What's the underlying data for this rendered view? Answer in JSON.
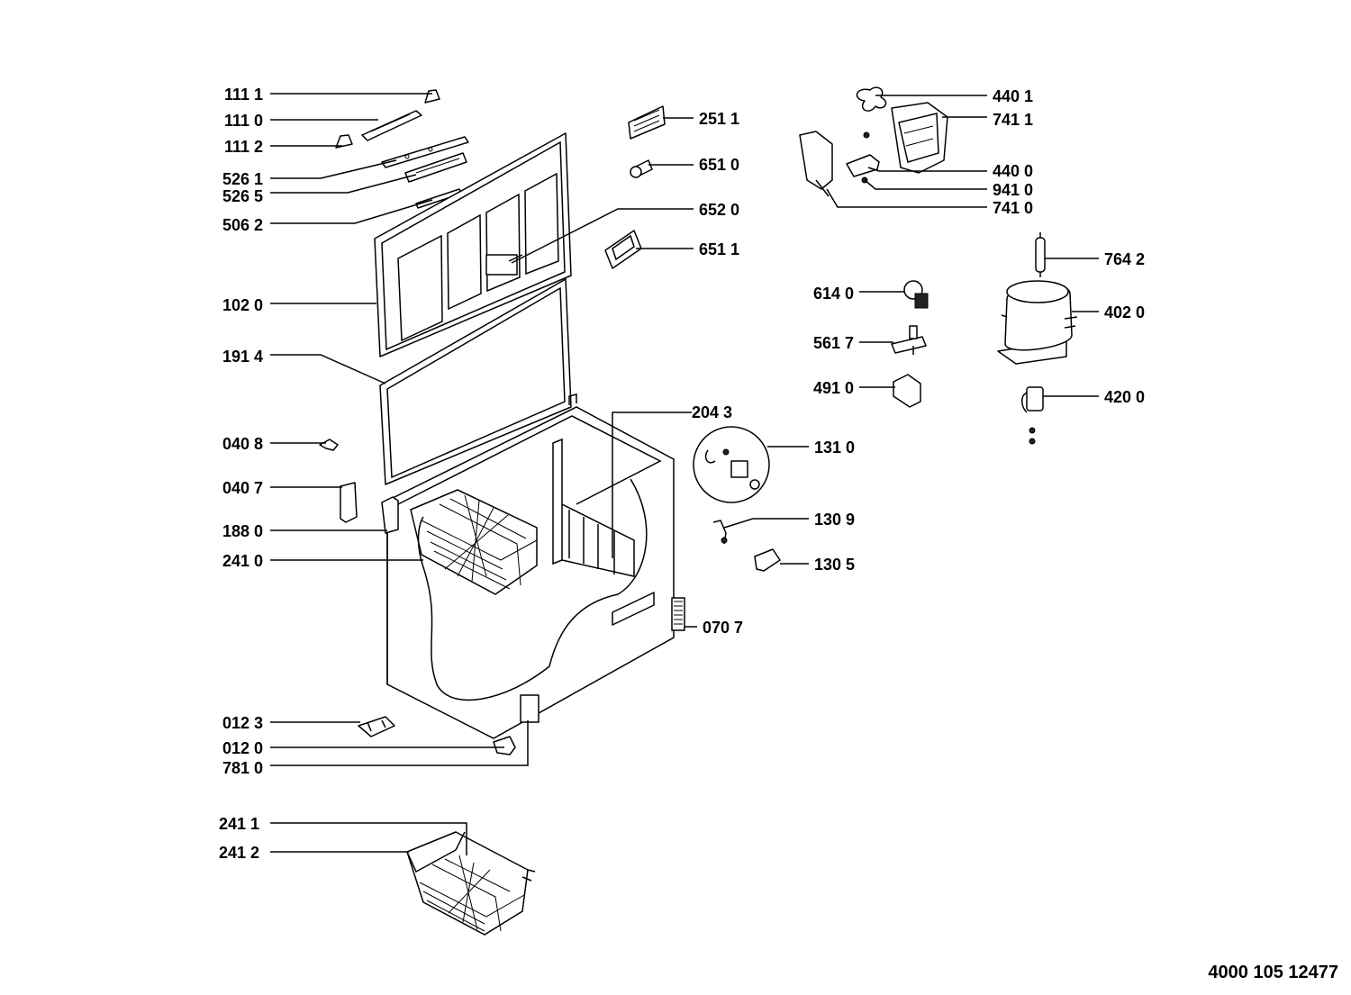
{
  "diagram": {
    "labels": {
      "p1111": "111 1",
      "p1110": "111 0",
      "p1112": "111 2",
      "p5261": "526 1",
      "p5265": "526 5",
      "p5062": "506 2",
      "p1020": "102 0",
      "p1914": "191 4",
      "p0408": "040 8",
      "p0407": "040 7",
      "p1880": "188 0",
      "p2410": "241 0",
      "p0123": "012 3",
      "p0120": "012 0",
      "p7810": "781 0",
      "p2411": "241 1",
      "p2412": "241 2",
      "p2511": "251 1",
      "p6510": "651 0",
      "p6520": "652 0",
      "p6511": "651 1",
      "p2043": "204 3",
      "p0707": "070 7",
      "p1310": "131 0",
      "p1309": "130 9",
      "p1305": "130 5",
      "p6140": "614 0",
      "p5617": "561 7",
      "p4910": "491 0",
      "p4401": "440 1",
      "p7411": "741 1",
      "p4400": "440 0",
      "p9410": "941 0",
      "p7410": "741 0",
      "p7642": "764 2",
      "p4020": "402 0",
      "p4200": "420 0"
    },
    "document_number": "4000 105 12477"
  }
}
